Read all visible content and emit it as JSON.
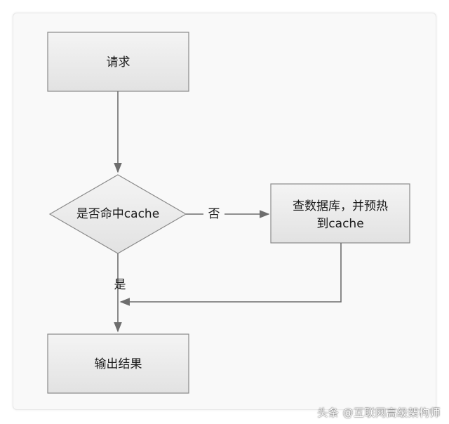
{
  "nodes": {
    "request": "请求",
    "decision": "是否命中cache",
    "query_db_line1": "查数据库，并预热",
    "query_db_line2": "到cache",
    "output": "输出结果"
  },
  "edges": {
    "no_label": "否",
    "yes_label": "是"
  },
  "watermark": "头条 @互联网高级架构师",
  "colors": {
    "box_fill": "#ececec",
    "box_stroke": "#8a8a8a",
    "line": "#6e6e6e",
    "panel_bg": "#f9f9f9"
  }
}
